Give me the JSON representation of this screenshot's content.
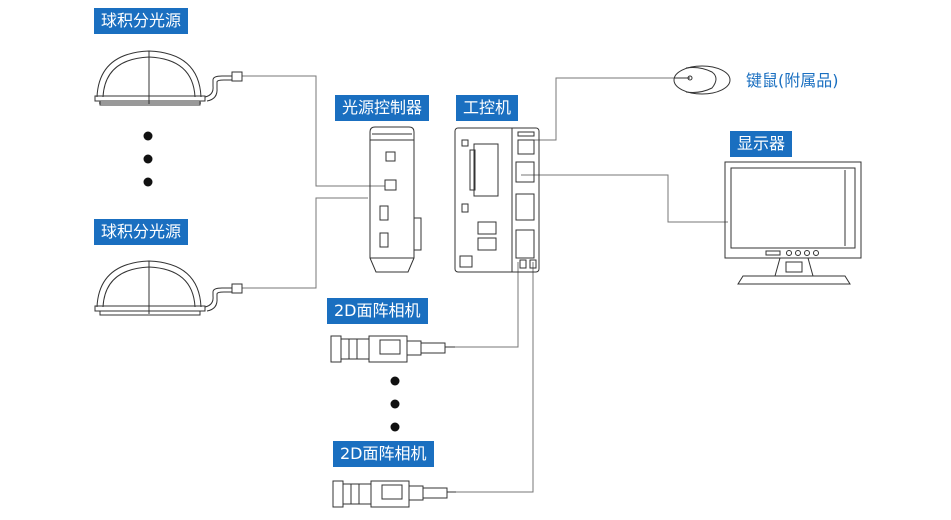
{
  "labels": {
    "light1": "球积分光源",
    "light2": "球积分光源",
    "controller": "光源控制器",
    "ipc": "工控机",
    "monitor": "显示器",
    "mouse": "键鼠(附属品)",
    "camera1": "2D面阵相机",
    "camera2": "2D面阵相机"
  },
  "colors": {
    "label_bg": "#1a6fc0",
    "label_text": "#ffffff",
    "line": "#777777",
    "outline": "#333333"
  }
}
